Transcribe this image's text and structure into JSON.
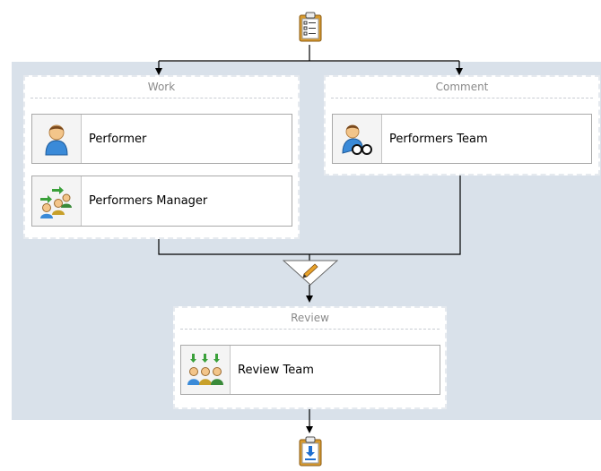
{
  "diagram": {
    "stages": {
      "work": {
        "title": "Work"
      },
      "comment": {
        "title": "Comment"
      },
      "review": {
        "title": "Review"
      }
    },
    "nodes": {
      "performer": {
        "label": "Performer",
        "icon": "person-icon"
      },
      "performers_manager": {
        "label": "Performers Manager",
        "icon": "group-forward-icon"
      },
      "performers_team": {
        "label": "Performers Team",
        "icon": "person-glasses-icon"
      },
      "review_team": {
        "label": "Review Team",
        "icon": "team-download-icon"
      }
    },
    "start_icon": "clipboard-list-icon",
    "end_icon": "clipboard-download-icon",
    "decision_icon": "pencil-icon",
    "colors": {
      "canvas": "#d9e1ea",
      "connector": "#000000",
      "stage_border": "#e6eaef"
    }
  }
}
